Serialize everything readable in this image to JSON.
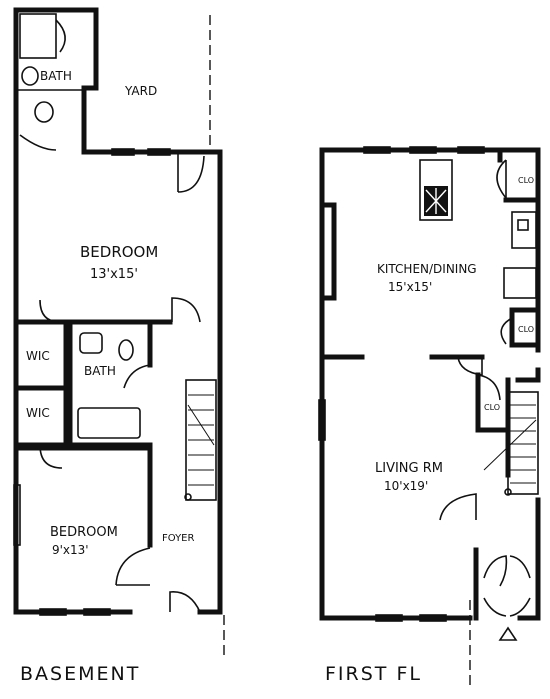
{
  "plans": {
    "basement": {
      "title": "BASEMENT",
      "yard": "YARD",
      "bath_top": "BATH",
      "bedroom1": "BEDROOM",
      "bedroom1_dim": "13'x15'",
      "wic1": "WIC",
      "wic2": "WIC",
      "bath_mid": "BATH",
      "bedroom2": "BEDROOM",
      "bedroom2_dim": "9'x13'",
      "foyer": "FOYER"
    },
    "first_floor": {
      "title": "FIRST FL",
      "kitchen": "KITCHEN/DINING",
      "kitchen_dim": "15'x15'",
      "clo1": "CLO",
      "clo2": "CLO",
      "clo3": "CLO",
      "living": "LIVING RM",
      "living_dim": "10'x19'"
    }
  }
}
